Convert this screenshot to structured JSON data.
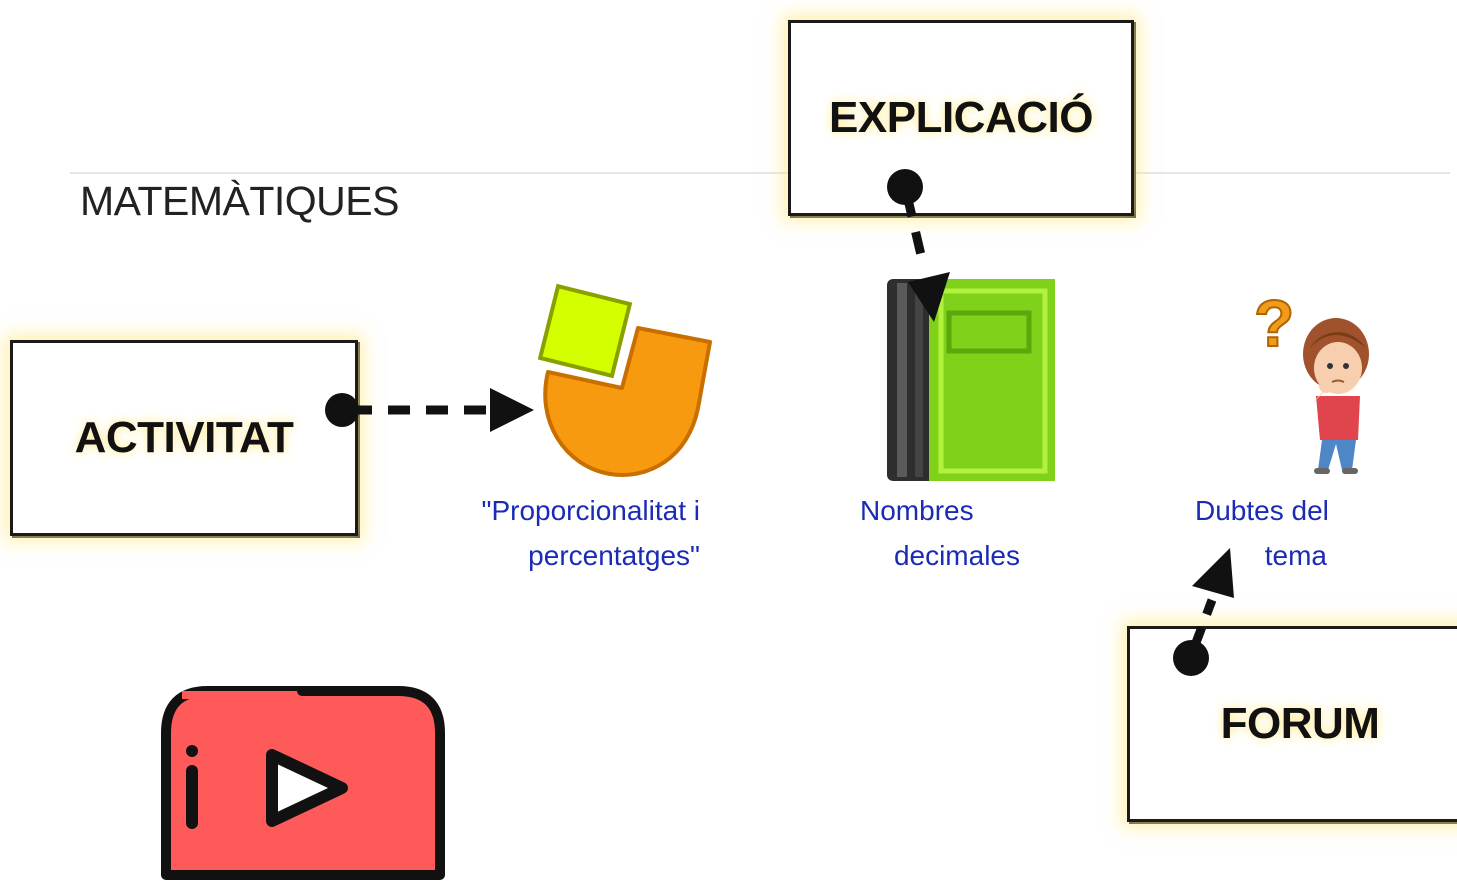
{
  "section": {
    "title": "MATEMÀTIQUES"
  },
  "labels": {
    "explicacio": "EXPLICACIÓ",
    "activitat": "ACTIVITAT",
    "forum": "FORUM"
  },
  "resources": [
    {
      "line1": "\"Proporcionalitat i",
      "line2": "percentatges\"",
      "icon": "activity-icon"
    },
    {
      "line1": "Nombres",
      "line2": "decimales",
      "icon": "book-icon"
    },
    {
      "line1": "Dubtes del",
      "line2": "tema",
      "icon": "thinking-kid-icon"
    }
  ],
  "video": {
    "icon": "youtube-play-icon"
  },
  "colors": {
    "link": "#1a2bb5",
    "activity_orange": "#f79a10",
    "activity_green": "#d4ff00",
    "book_green": "#7fd11a",
    "youtube_red": "#ff5a5a",
    "box_glow": "#ffe878"
  }
}
